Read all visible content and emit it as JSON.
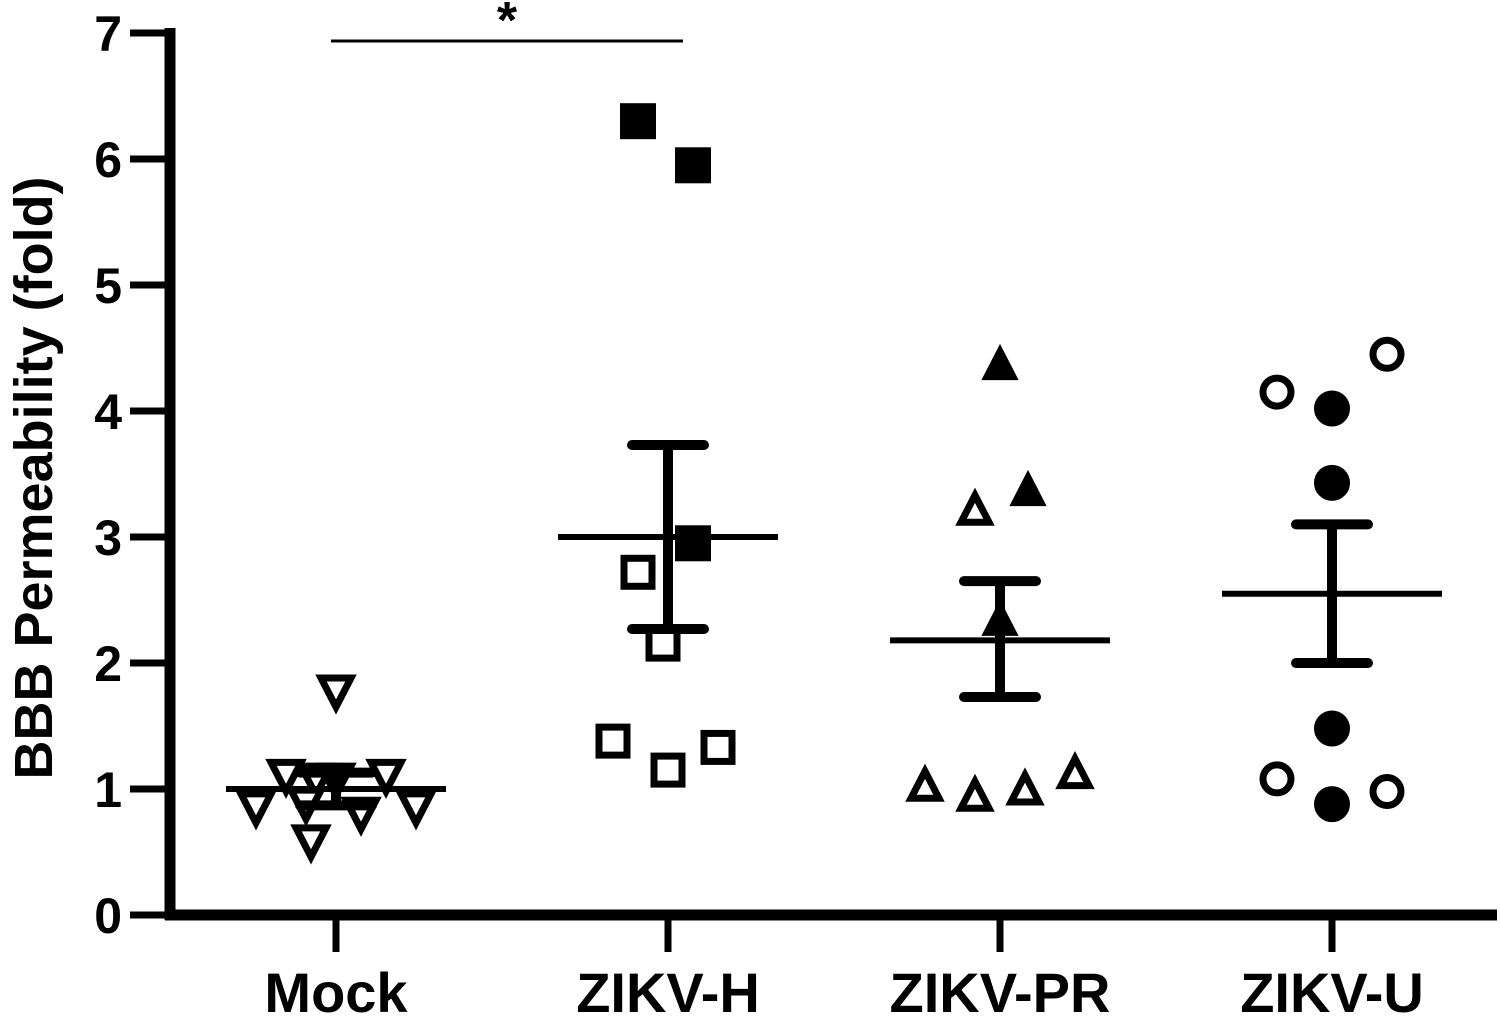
{
  "chart_data": {
    "type": "scatter",
    "title": "",
    "xlabel": "",
    "ylabel": "BBB Permeability (fold)",
    "ylim": [
      0,
      7
    ],
    "yticks": [
      0,
      1,
      2,
      3,
      4,
      5,
      6,
      7
    ],
    "ytick_labels": [
      "0",
      "1",
      "2",
      "3",
      "4",
      "5",
      "6",
      "7"
    ],
    "categories": [
      "Mock",
      "ZIKV-H",
      "ZIKV-PR",
      "ZIKV-U"
    ],
    "grid": false,
    "legend": "none",
    "colors": {
      "ink": "#000000",
      "background": "#ffffff"
    },
    "significance": [
      {
        "from": "Mock",
        "to": "ZIKV-H",
        "y": 7.0,
        "label": "*"
      }
    ],
    "groups": [
      {
        "category": "Mock",
        "mean": 1.0,
        "sem_low": 0.87,
        "sem_high": 1.13,
        "points": [
          {
            "y": 1.77,
            "marker": "triangle-down",
            "filled": false,
            "dx": 0
          },
          {
            "y": 1.1,
            "marker": "triangle-down",
            "filled": false,
            "dx": -50
          },
          {
            "y": 1.07,
            "marker": "triangle-down",
            "filled": false,
            "dx": -20
          },
          {
            "y": 1.07,
            "marker": "triangle-down",
            "filled": false,
            "dx": 0
          },
          {
            "y": 1.1,
            "marker": "triangle-down",
            "filled": false,
            "dx": 50
          },
          {
            "y": 0.85,
            "marker": "triangle-down",
            "filled": false,
            "dx": -80
          },
          {
            "y": 0.88,
            "marker": "triangle-down",
            "filled": false,
            "dx": -30
          },
          {
            "y": 0.8,
            "marker": "triangle-down",
            "filled": false,
            "dx": 25
          },
          {
            "y": 0.85,
            "marker": "triangle-down",
            "filled": false,
            "dx": 80
          },
          {
            "y": 0.58,
            "marker": "triangle-down",
            "filled": false,
            "dx": -25
          }
        ]
      },
      {
        "category": "ZIKV-H",
        "mean": 3.0,
        "sem_low": 2.27,
        "sem_high": 3.73,
        "points": [
          {
            "y": 6.3,
            "marker": "square",
            "filled": true,
            "dx": -30
          },
          {
            "y": 5.95,
            "marker": "square",
            "filled": true,
            "dx": 25
          },
          {
            "y": 2.95,
            "marker": "square",
            "filled": true,
            "dx": 25
          },
          {
            "y": 2.72,
            "marker": "square",
            "filled": false,
            "dx": -30
          },
          {
            "y": 2.15,
            "marker": "square",
            "filled": false,
            "dx": -5
          },
          {
            "y": 1.38,
            "marker": "square",
            "filled": false,
            "dx": -55
          },
          {
            "y": 1.15,
            "marker": "square",
            "filled": false,
            "dx": 0
          },
          {
            "y": 1.33,
            "marker": "square",
            "filled": false,
            "dx": 50
          }
        ]
      },
      {
        "category": "ZIKV-PR",
        "mean": 2.18,
        "sem_low": 1.73,
        "sem_high": 2.65,
        "points": [
          {
            "y": 4.38,
            "marker": "triangle-up",
            "filled": true,
            "dx": 0
          },
          {
            "y": 3.38,
            "marker": "triangle-up",
            "filled": true,
            "dx": 28
          },
          {
            "y": 3.22,
            "marker": "triangle-up",
            "filled": false,
            "dx": -25
          },
          {
            "y": 2.35,
            "marker": "triangle-up",
            "filled": true,
            "dx": 0
          },
          {
            "y": 1.03,
            "marker": "triangle-up",
            "filled": false,
            "dx": -75
          },
          {
            "y": 0.95,
            "marker": "triangle-up",
            "filled": false,
            "dx": -25
          },
          {
            "y": 1.0,
            "marker": "triangle-up",
            "filled": false,
            "dx": 25
          },
          {
            "y": 1.13,
            "marker": "triangle-up",
            "filled": false,
            "dx": 75
          }
        ]
      },
      {
        "category": "ZIKV-U",
        "mean": 2.55,
        "sem_low": 2.0,
        "sem_high": 3.1,
        "points": [
          {
            "y": 4.45,
            "marker": "circle",
            "filled": false,
            "dx": 55
          },
          {
            "y": 4.15,
            "marker": "circle",
            "filled": false,
            "dx": -55
          },
          {
            "y": 4.02,
            "marker": "circle",
            "filled": true,
            "dx": 0
          },
          {
            "y": 3.43,
            "marker": "circle",
            "filled": true,
            "dx": 0
          },
          {
            "y": 1.48,
            "marker": "circle",
            "filled": true,
            "dx": 0
          },
          {
            "y": 1.08,
            "marker": "circle",
            "filled": false,
            "dx": -55
          },
          {
            "y": 0.98,
            "marker": "circle",
            "filled": false,
            "dx": 55
          },
          {
            "y": 0.88,
            "marker": "circle",
            "filled": true,
            "dx": 0
          }
        ]
      }
    ]
  }
}
